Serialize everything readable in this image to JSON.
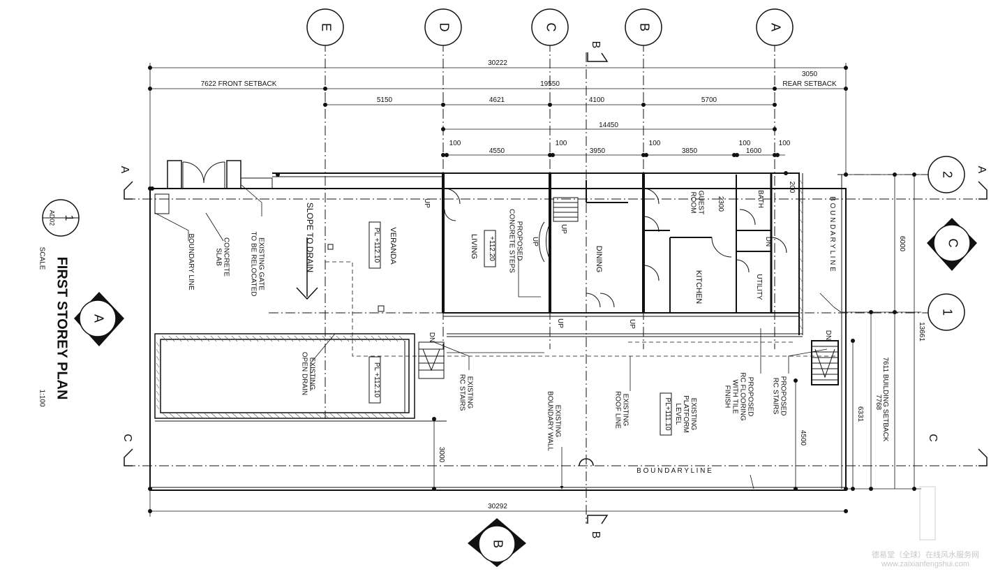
{
  "title_block": {
    "view_number": "1",
    "sheet_ref": "AD02",
    "title": "FIRST STOREY PLAN",
    "scale_label": "SCALE",
    "scale_value": "1:100"
  },
  "grid_bubbles": {
    "columns": [
      "E",
      "D",
      "C",
      "B",
      "A"
    ],
    "rows": [
      "2",
      "1"
    ]
  },
  "section_markers": {
    "a": "A",
    "b": "B",
    "c": "C",
    "elev_a": "A",
    "elev_b": "B",
    "elev_c": "C"
  },
  "dimensions": {
    "overall_top": "30222",
    "front_setback": "7622 FRONT SETBACK",
    "mid_span": "19550",
    "rear_setback_value": "3050",
    "rear_setback": "REAR SETBACK",
    "bay_e_d": "5150",
    "bay_d_c": "4621",
    "bay_c_b": "4100",
    "bay_b_a": "5700",
    "span_14450": "14450",
    "offset_1": "100",
    "room_4550": "4550",
    "offset_2": "100",
    "room_3950": "3950",
    "offset_3": "100",
    "room_3850": "3850",
    "offset_4": "100",
    "room_1600": "1600",
    "offset_5": "100",
    "overall_bottom": "30292",
    "right_6000": "6000",
    "right_13661": "13661",
    "right_7768": "7768",
    "right_6331": "6331",
    "right_4500": "4500",
    "dim_200": "200",
    "dim_2300": "2300",
    "dim_3000": "3000",
    "building_setback": "7611 BUILDING SETBACK"
  },
  "labels": {
    "boundary_line_left": "BOUNDARY LINE",
    "concrete_slab": "CONCRETE\nSLAB",
    "existing_gate": "EXISTING GATE\nTO BE RELOCATED",
    "slope_to_drain": "SLOPE  TO  DRAIN",
    "veranda": "VERANDA",
    "pl_veranda": "PL +112.10",
    "up_1": "UP",
    "living": "LIVING",
    "pl_living": "+112.20",
    "proposed_steps": "PROPOSED\nCONCRETE STEPS",
    "up_2": "UP",
    "up_3": "UP",
    "dining": "DINING",
    "guest_room": "GUEST\nROOM",
    "bath": "BATH",
    "dn_1": "DN",
    "kitchen": "KITCHEN",
    "utility": "UTILITY",
    "boundary_line_right": "B O U N D A R Y   L I N E",
    "up_4": "UP",
    "up_5": "UP",
    "dn_2": "DN",
    "existing_open_drain": "EXISTING\nOPEN DRAIN",
    "pl_lower": "PL +112.10",
    "existing_rc_stairs": "EXISTING\nRC STAIRS",
    "existing_boundary_wall": "EXISTING\nBOUNDARY WALL",
    "existing_roof_line": "EXISTING\nROOF LINE",
    "existing_platform": "EXISTING\nPLATFORM\nLEVEL",
    "pl_platform": "PL+111.10",
    "proposed_rc_flooring": "PROPOSED\nRC FLOORING\nWITH TILE\nFINISH",
    "proposed_rc_stairs": "PROPOSED\nRC STAIRS",
    "dn_3": "DN",
    "boundary_line_bottom": "B O U N D A R Y   L I N E"
  },
  "watermark": {
    "line1": "德易堂（全球）在线风水服务网",
    "line2": "www.zaixianfengshui.com"
  }
}
